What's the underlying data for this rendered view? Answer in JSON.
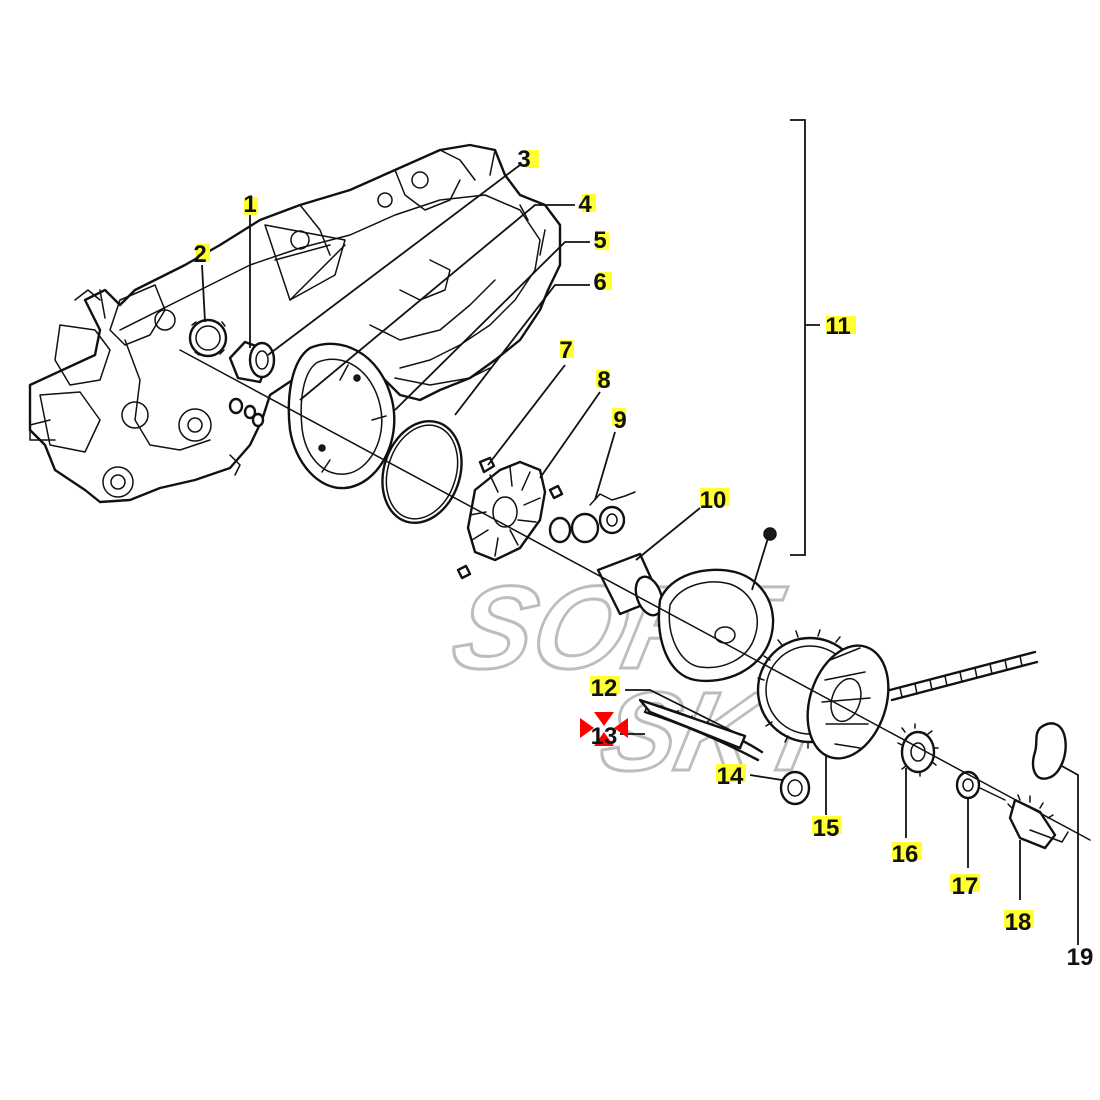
{
  "watermark": {
    "line1": "SOFT",
    "line2": "SKY"
  },
  "callouts": [
    {
      "id": "1",
      "text": "1",
      "highlight": true
    },
    {
      "id": "2",
      "text": "2",
      "highlight": true
    },
    {
      "id": "3",
      "text": "3",
      "highlight": true
    },
    {
      "id": "4",
      "text": "4",
      "highlight": true
    },
    {
      "id": "5",
      "text": "5",
      "highlight": true
    },
    {
      "id": "6",
      "text": "6",
      "highlight": true
    },
    {
      "id": "7",
      "text": "7",
      "highlight": true
    },
    {
      "id": "8",
      "text": "8",
      "highlight": true
    },
    {
      "id": "9",
      "text": "9",
      "highlight": true
    },
    {
      "id": "10",
      "text": "10",
      "highlight": true
    },
    {
      "id": "11",
      "text": "11",
      "highlight": true
    },
    {
      "id": "12",
      "text": "12",
      "highlight": true
    },
    {
      "id": "13",
      "text": "13",
      "highlight": false,
      "marker": "red-cross"
    },
    {
      "id": "14",
      "text": "14",
      "highlight": true
    },
    {
      "id": "15",
      "text": "15",
      "highlight": true
    },
    {
      "id": "16",
      "text": "16",
      "highlight": true
    },
    {
      "id": "17",
      "text": "17",
      "highlight": true
    },
    {
      "id": "18",
      "text": "18",
      "highlight": true
    },
    {
      "id": "19",
      "text": "19",
      "highlight": false
    }
  ],
  "colors": {
    "highlight": "#ffff33",
    "ink": "#111111",
    "marker": "#ff0000",
    "watermark": "#bdbdbd"
  }
}
